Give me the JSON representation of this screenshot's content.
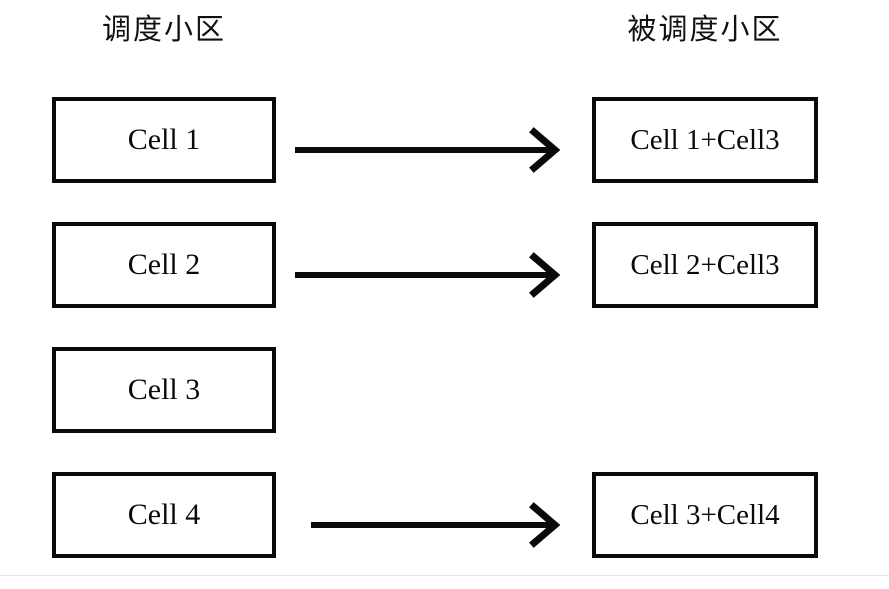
{
  "diagram": {
    "title_left": "调度小区",
    "title_right": "被调度小区",
    "stroke_color": "#0a0a0a",
    "background_color": "#ffffff",
    "footer_rule_color": "#dde5ee",
    "columns": [
      {
        "name": "scheduling-cells",
        "label": "调度小区"
      },
      {
        "name": "scheduled-cells",
        "label": "被调度小区"
      }
    ],
    "left_boxes": [
      {
        "label": "Cell 1"
      },
      {
        "label": "Cell 2"
      },
      {
        "label": "Cell 3"
      },
      {
        "label": "Cell 4"
      }
    ],
    "right_boxes": [
      {
        "label": "Cell 1+Cell3"
      },
      {
        "label": "Cell 2+Cell3"
      },
      {
        "label": "Cell 3+Cell4"
      }
    ],
    "mappings": [
      {
        "from": "Cell 1",
        "to": "Cell 1+Cell3"
      },
      {
        "from": "Cell 2",
        "to": "Cell 2+Cell3"
      },
      {
        "from": "Cell 4",
        "to": "Cell 3+Cell4"
      }
    ],
    "arrow_style": "open-chevron-head",
    "arrow_count": 3
  }
}
